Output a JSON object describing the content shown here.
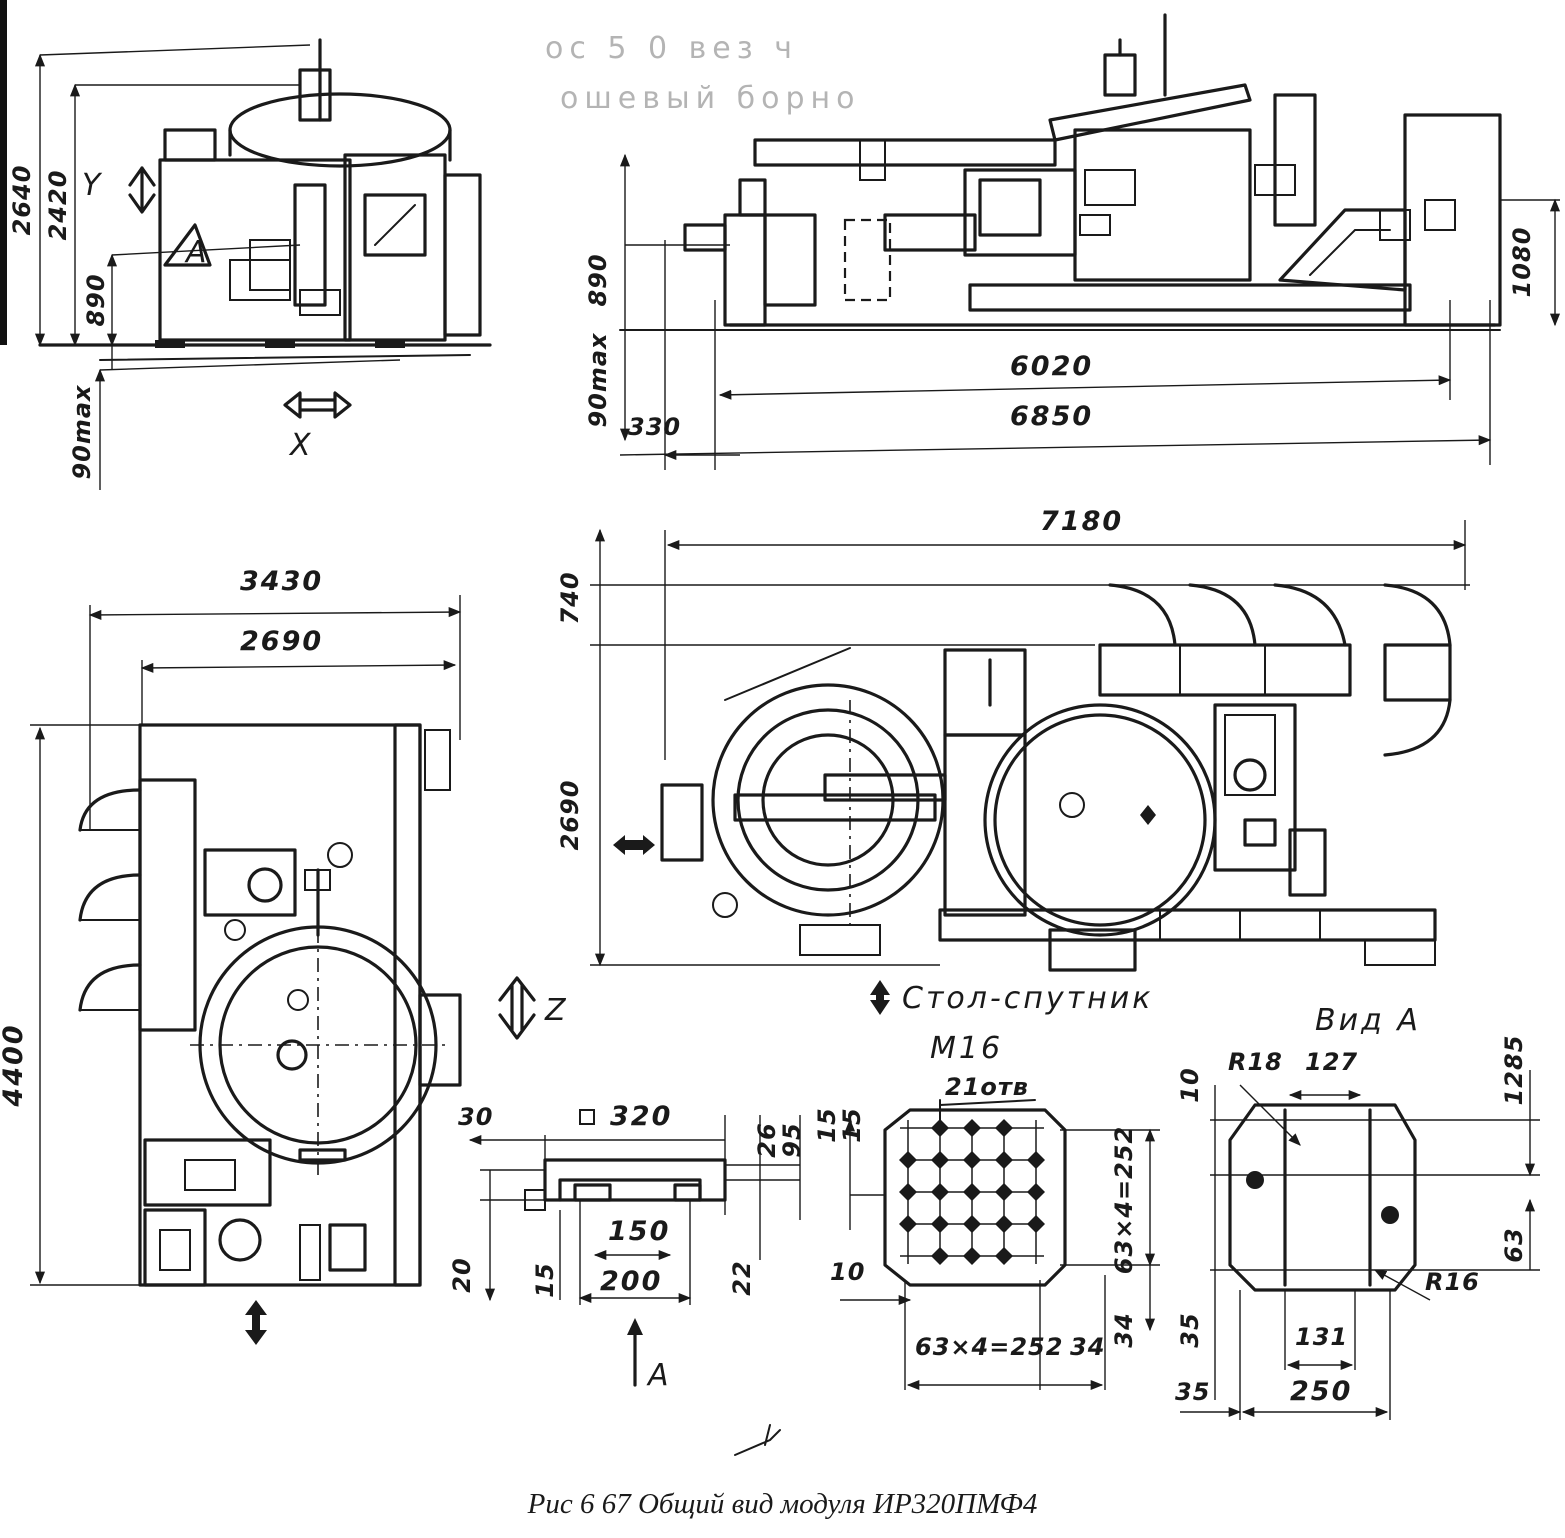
{
  "figure": {
    "caption": "Рис  6 67 Общий вид модуля ИР320ПМФ4",
    "faint_text": [
      "ос   5 0  вез   ч",
      "ошевый  борно"
    ]
  },
  "side_view": {
    "dims": [
      "2640",
      "2420",
      "890",
      "90max"
    ],
    "axis_y": "Y",
    "axis_x": "X",
    "marker_a": "A"
  },
  "front_view": {
    "dims": [
      "890",
      "90max",
      "330",
      "6020",
      "6850",
      "1080"
    ]
  },
  "plan_left": {
    "dims": [
      "3430",
      "2690",
      "4400"
    ],
    "axis_z": "Z"
  },
  "plan_right": {
    "dims": [
      "7180",
      "740",
      "2690"
    ],
    "pallet_label": "Стол-спутник"
  },
  "pallet_section": {
    "dims": [
      "30",
      "320",
      "26",
      "95",
      "15",
      "20",
      "15",
      "150",
      "200",
      "22"
    ],
    "square_symbol": "□",
    "view_arrow": "A"
  },
  "pallet_top": {
    "thread": "M16",
    "holes": "21отв",
    "dims": [
      "15",
      "10",
      "63×4=252",
      "63×4=252",
      "34",
      "34"
    ]
  },
  "view_a": {
    "title": "Вид А",
    "dims": [
      "10",
      "R18",
      "127",
      "1285",
      "63",
      "R16",
      "35",
      "131",
      "35",
      "250"
    ]
  }
}
